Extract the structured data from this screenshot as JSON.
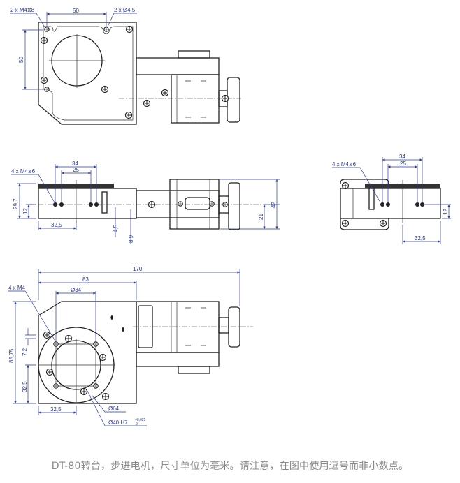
{
  "views": {
    "top": {
      "label_tapped_holes": "2 x M4⧖8",
      "label_through_holes": "2 x Ø4,5",
      "dim_horizontal": "50",
      "dim_vertical": "50"
    },
    "front": {
      "label_holes": "4 x M4⧖6",
      "dim_34": "34",
      "dim_25": "25",
      "dim_29_7": "29,7",
      "dim_12": "12",
      "dim_32_5": "32,5",
      "dim_4_5": "4,5",
      "dim_8_9": "8,9",
      "dim_21": "21",
      "dim_42": "42"
    },
    "side": {
      "label_holes": "4 x M4⧖6",
      "dim_34": "34",
      "dim_25": "25",
      "dim_12": "12",
      "dim_32_5": "32,5"
    },
    "bottom": {
      "label_holes": "4 x M4",
      "dim_170": "170",
      "dim_83": "83",
      "dim_d34": "Ø34",
      "dim_85_75": "85,75",
      "dim_7_2": "7,2",
      "dim_32_5_v": "32,5",
      "dim_32_5_h": "32,5",
      "dim_d64": "Ø64",
      "dim_d40": "Ø40 H7",
      "tolerance_upper": "+0,025",
      "tolerance_lower": "0"
    }
  },
  "caption": "DT-80转台，步进电机，尺寸单位为毫米。请注意，在图中使用逗号而非小数点。"
}
